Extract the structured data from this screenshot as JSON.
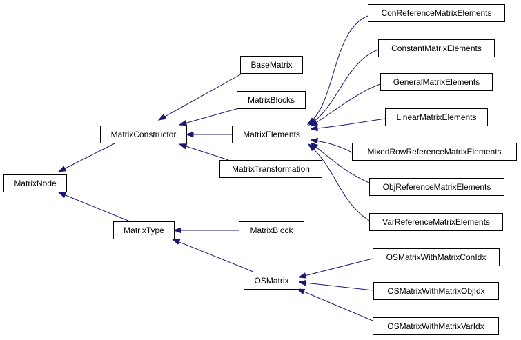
{
  "colors": {
    "edge": "#191970",
    "node_border": "#000000",
    "node_fill": "#ffffff"
  },
  "nodes": {
    "MatrixNode": "MatrixNode",
    "MatrixConstructor": "MatrixConstructor",
    "MatrixType": "MatrixType",
    "BaseMatrix": "BaseMatrix",
    "MatrixBlocks": "MatrixBlocks",
    "MatrixElements": "MatrixElements",
    "MatrixTransformation": "MatrixTransformation",
    "MatrixBlock": "MatrixBlock",
    "OSMatrix": "OSMatrix",
    "ConReferenceMatrixElements": "ConReferenceMatrixElements",
    "ConstantMatrixElements": "ConstantMatrixElements",
    "GeneralMatrixElements": "GeneralMatrixElements",
    "LinearMatrixElements": "LinearMatrixElements",
    "MixedRowReferenceMatrixElements": "MixedRowReferenceMatrixElements",
    "ObjReferenceMatrixElements": "ObjReferenceMatrixElements",
    "VarReferenceMatrixElements": "VarReferenceMatrixElements",
    "OSMatrixWithMatrixConIdx": "OSMatrixWithMatrixConIdx",
    "OSMatrixWithMatrixObjIdx": "OSMatrixWithMatrixObjIdx",
    "OSMatrixWithMatrixVarIdx": "OSMatrixWithMatrixVarIdx"
  },
  "edges": [
    {
      "from": "MatrixConstructor",
      "to": "MatrixNode"
    },
    {
      "from": "MatrixType",
      "to": "MatrixNode"
    },
    {
      "from": "BaseMatrix",
      "to": "MatrixConstructor"
    },
    {
      "from": "MatrixBlocks",
      "to": "MatrixConstructor"
    },
    {
      "from": "MatrixElements",
      "to": "MatrixConstructor"
    },
    {
      "from": "MatrixTransformation",
      "to": "MatrixConstructor"
    },
    {
      "from": "MatrixBlock",
      "to": "MatrixType"
    },
    {
      "from": "OSMatrix",
      "to": "MatrixType"
    },
    {
      "from": "ConReferenceMatrixElements",
      "to": "MatrixElements"
    },
    {
      "from": "ConstantMatrixElements",
      "to": "MatrixElements"
    },
    {
      "from": "GeneralMatrixElements",
      "to": "MatrixElements"
    },
    {
      "from": "LinearMatrixElements",
      "to": "MatrixElements"
    },
    {
      "from": "MixedRowReferenceMatrixElements",
      "to": "MatrixElements"
    },
    {
      "from": "ObjReferenceMatrixElements",
      "to": "MatrixElements"
    },
    {
      "from": "VarReferenceMatrixElements",
      "to": "MatrixElements"
    },
    {
      "from": "OSMatrixWithMatrixConIdx",
      "to": "OSMatrix"
    },
    {
      "from": "OSMatrixWithMatrixObjIdx",
      "to": "OSMatrix"
    },
    {
      "from": "OSMatrixWithMatrixVarIdx",
      "to": "OSMatrix"
    }
  ]
}
